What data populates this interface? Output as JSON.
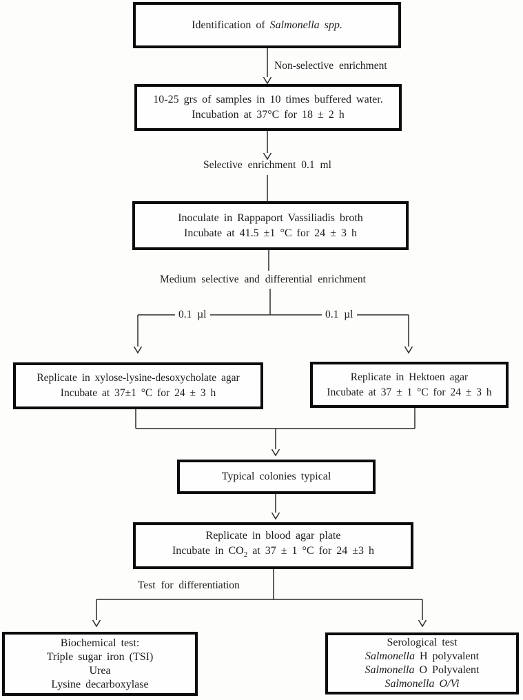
{
  "boxes": {
    "identification": {
      "pre": "Identification of ",
      "italic": "Salmonella spp."
    },
    "sample": {
      "line1": "10-25 grs of samples in 10 times buffered water.",
      "line2": "Incubation at 37°C for 18 ± 2 h"
    },
    "rappaport": {
      "line1": "Inoculate in Rappaport Vassiliadis broth",
      "line2": "Incubate at 41.5 ±1 °C for 24 ± 3 h"
    },
    "xld": {
      "line1": "Replicate in xylose-lysine-desoxycholate agar",
      "line2": "Incubate at 37±1 °C for 24 ± 3 h"
    },
    "hektoen": {
      "line1": "Replicate in Hektoen agar",
      "line2": "Incubate at 37 ± 1 °C for 24 ± 3 h"
    },
    "typical": {
      "line1": "Typical colonies typical"
    },
    "blood": {
      "line1": "Replicate in blood agar plate",
      "line2_pre": "Incubate in CO",
      "line2_sub": "2",
      "line2_post": " at 37 ± 1 °C for 24 ±3 h"
    },
    "biochemical": {
      "line1": "Biochemical test:",
      "line2": "Triple sugar iron (TSI)",
      "line3": "Urea",
      "line4": "Lysine decarboxylase"
    },
    "serological": {
      "line1": "Serological test",
      "line2_italic": "Salmonella",
      "line2_rest": " H polyvalent",
      "line3_italic": "Salmonella",
      "line3_rest": " O Polyvalent",
      "line4_italic": "Salmonella O/Vi"
    }
  },
  "labels": {
    "non_selective": "Non-selective enrichment",
    "selective": "Selective enrichment 0.1 ml",
    "medium": "Medium selective and differential enrichment",
    "aliquot_left": "0.1 µl",
    "aliquot_right": "0.1 µl",
    "test_differentiation": "Test for differentiation"
  },
  "colors": {
    "background": "#fdfdfc",
    "box_border": "#0b0b0b",
    "line": "#2b2b2b",
    "text": "#1c1c1c"
  }
}
